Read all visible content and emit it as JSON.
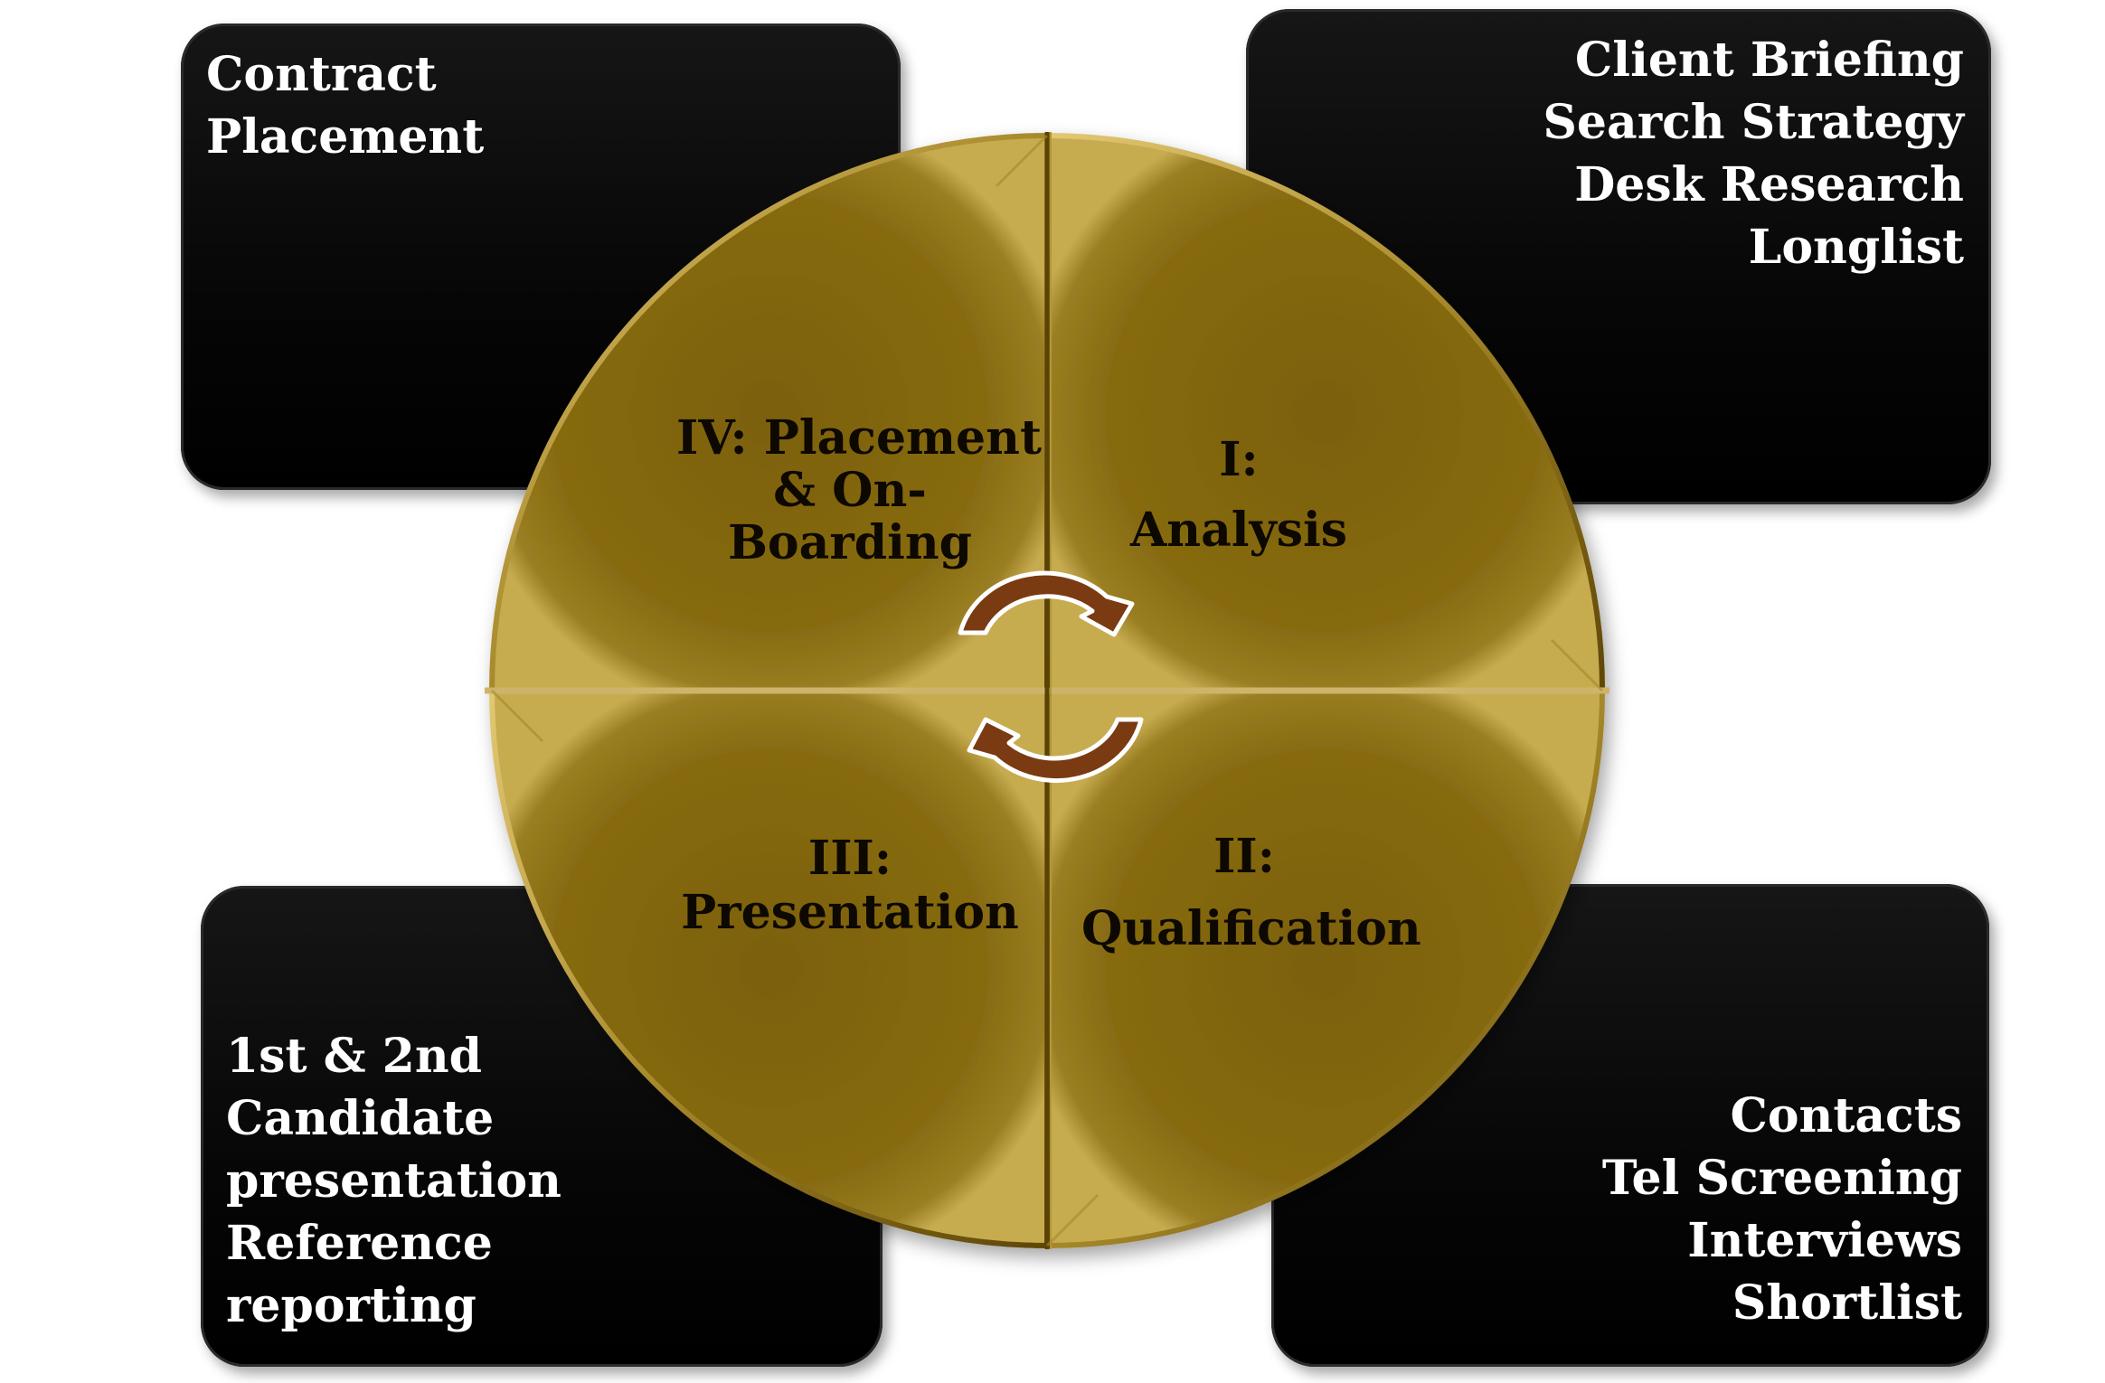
{
  "quadrants": {
    "analysis": {
      "lines": [
        "I:",
        "Analysis"
      ]
    },
    "qualification": {
      "lines": [
        "II:",
        "Qualification"
      ]
    },
    "presentation": {
      "lines": [
        "III:",
        "Presentation"
      ]
    },
    "placement": {
      "lines": [
        "IV: Placement",
        "& On-",
        "Boarding"
      ]
    }
  },
  "boxes": {
    "top_left": {
      "lines": [
        "Contract",
        "Placement"
      ]
    },
    "top_right": {
      "lines": [
        "Client Briefing",
        "Search Strategy",
        "Desk Research",
        "Longlist"
      ]
    },
    "bottom_left": {
      "lines": [
        "1st  & 2nd",
        "Candidate",
        "presentation",
        "Reference",
        "reporting"
      ]
    },
    "bottom_right": {
      "lines": [
        "Contacts",
        "Tel Screening",
        "Interviews",
        "Shortlist"
      ]
    }
  },
  "colors": {
    "wheel_gold": "#8a6d10",
    "box_black": "#050505",
    "arrow_brown": "#7a3a12",
    "box_text": "#ffffff",
    "wheel_text": "#0d0800"
  },
  "icons": {
    "cycle_arrow_top": "clockwise-arc-arrow-icon",
    "cycle_arrow_bottom": "clockwise-arc-arrow-icon"
  }
}
